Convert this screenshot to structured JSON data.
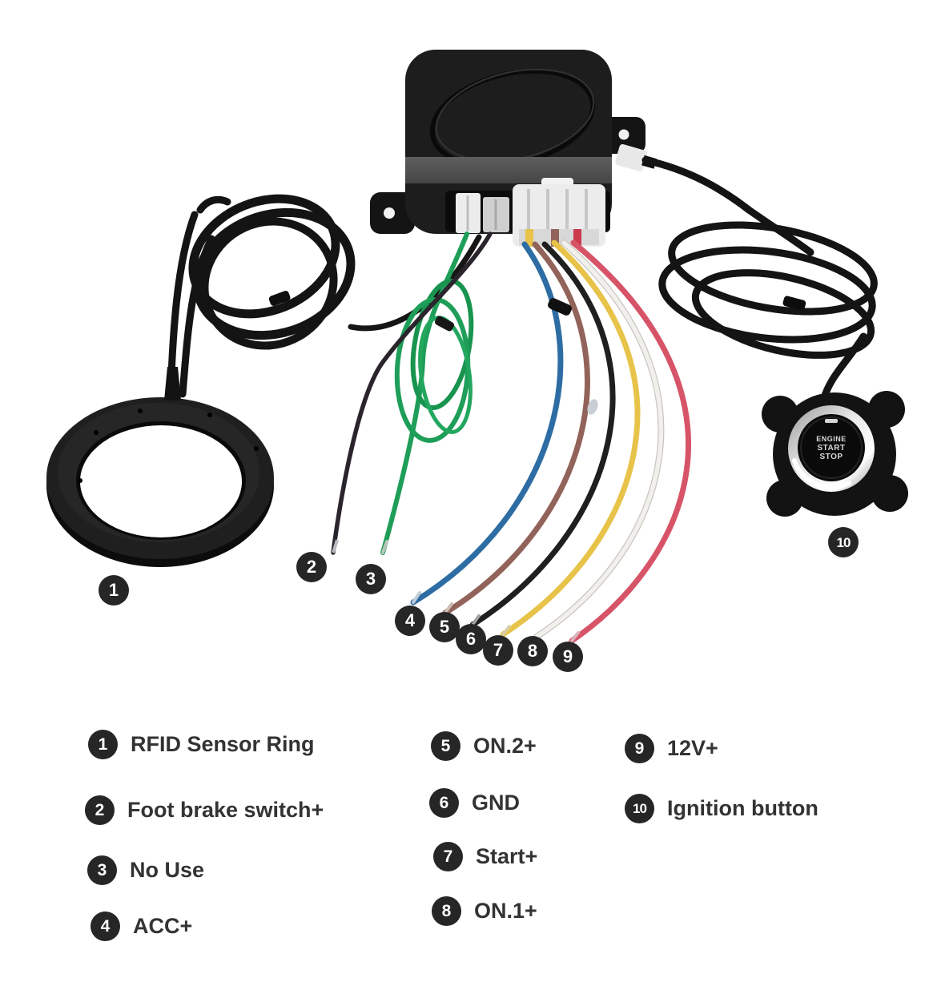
{
  "diagram": {
    "markers": [
      "1",
      "2",
      "3",
      "4",
      "5",
      "6",
      "7",
      "8",
      "9",
      "10"
    ],
    "ignition_button": {
      "line1": "ENGINE",
      "line2": "START",
      "line3": "STOP"
    }
  },
  "legend": {
    "items": [
      {
        "num": "1",
        "label": "RFID Sensor Ring"
      },
      {
        "num": "2",
        "label": "Foot brake switch+"
      },
      {
        "num": "3",
        "label": "No Use"
      },
      {
        "num": "4",
        "label": "ACC+"
      },
      {
        "num": "5",
        "label": "ON.2+"
      },
      {
        "num": "6",
        "label": "GND"
      },
      {
        "num": "7",
        "label": "Start+"
      },
      {
        "num": "8",
        "label": "ON.1+"
      },
      {
        "num": "9",
        "label": "12V+"
      },
      {
        "num": "10",
        "label": "Ignition button"
      }
    ]
  },
  "colors": {
    "badge_bg": "#262626",
    "legend_text": "#333333",
    "wire_no_use_green": "#1e9e58",
    "wire_foot_brake_dark": "#2a242c",
    "wire_acc_blue": "#2e6da3",
    "wire_on2_brown": "#92635a",
    "wire_gnd_black": "#1f1f1f",
    "wire_start_yellow": "#e8c34a",
    "wire_on1_white": "#f2f0ec",
    "wire_12v_red": "#d75468"
  }
}
